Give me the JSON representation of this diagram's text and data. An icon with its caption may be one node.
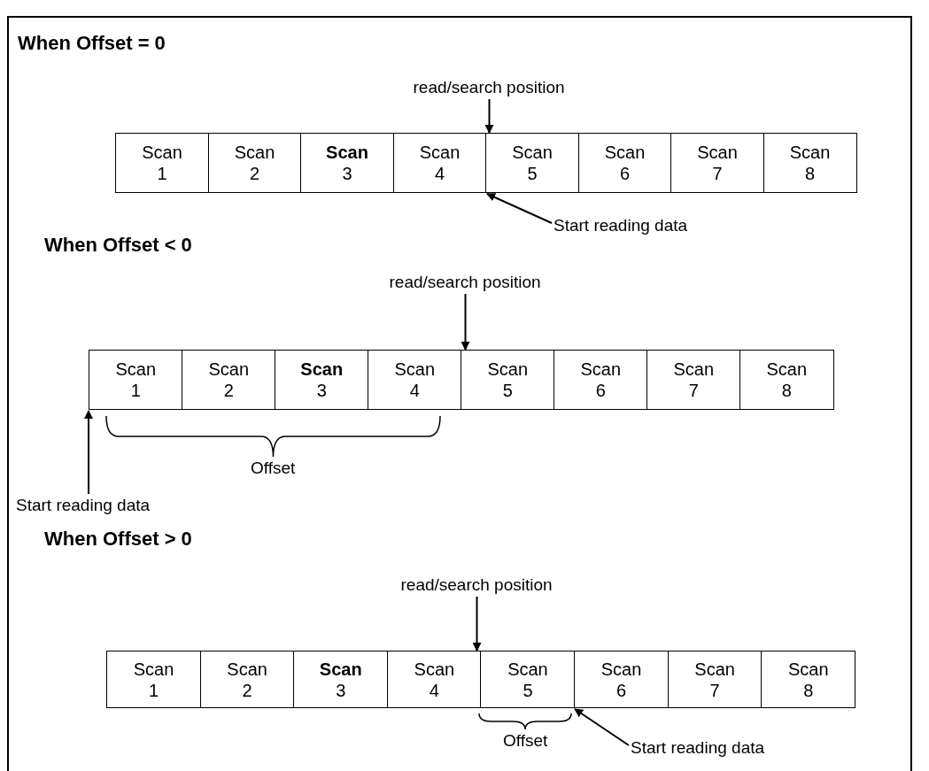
{
  "diagram": {
    "nodes": [
      {
        "text": [
          "read/search position"
        ]
      },
      {
        "text": [
          "Scan 1"
        ]
      },
      {
        "text": [
          "Scan 2"
        ]
      },
      {
        "text": [
          "**Scan** 3"
        ]
      },
      {
        "text": [
          "Scan 4"
        ]
      },
      {
        "text": [
          "Scan 5"
        ]
      },
      {
        "text": [
          "Scan 6"
        ]
      },
      {
        "text": [
          "Scan 7"
        ]
      },
      {
        "text": [
          "Scan 8"
        ]
      },
      {
        "text": [
          "Start reading data"
        ]
      },
      {
        "text": [
          "read/search position"
        ]
      },
      {
        "text": [
          "Scan 1"
        ]
      },
      {
        "text": [
          "Scan 2"
        ]
      },
      {
        "text": [
          "**Scan** 3"
        ]
      },
      {
        "text": [
          "Scan 4"
        ]
      },
      {
        "text": [
          "Scan 5"
        ]
      },
      {
        "text": [
          "Scan 6"
        ]
      },
      {
        "text": [
          "Scan 7"
        ]
      },
      {
        "text": [
          "Scan 8"
        ]
      },
      {
        "text": [
          "Start reading data"
        ]
      },
      {
        "text": [
          "read/search position"
        ]
      },
      {
        "text": [
          "Scan 1"
        ]
      },
      {
        "text": [
          "Scan 2"
        ]
      },
      {
        "text": [
          "**Scan** 3"
        ]
      },
      {
        "text": [
          "Scan 4"
        ]
      },
      {
        "text": [
          "Scan 5"
        ]
      },
      {
        "text": [
          "Scan 6"
        ]
      },
      {
        "text": [
          "Scan 7"
        ]
      },
      {
        "text": [
          "Scan 8"
        ]
      },
      {
        "text": [
          "Start reading data"
        ]
      }
    ],
    "edges": [
      {
        "from": 0,
        "to": 4,
        "arrow": "to"
      },
      {
        "from": 9,
        "to": 4,
        "arrow": "to"
      },
      {
        "from": 10,
        "to": 14,
        "arrow": "to"
      },
      {
        "from": 19,
        "to": 11,
        "arrow": "to"
      },
      {
        "from": 20,
        "to": 24,
        "arrow": "to"
      },
      {
        "from": 29,
        "to": 25,
        "arrow": "to"
      }
    ],
    "labels": [
      "When Offset = 0",
      "When Offset < 0",
      "Offset",
      "When Offset > 0",
      "Offset"
    ]
  }
}
